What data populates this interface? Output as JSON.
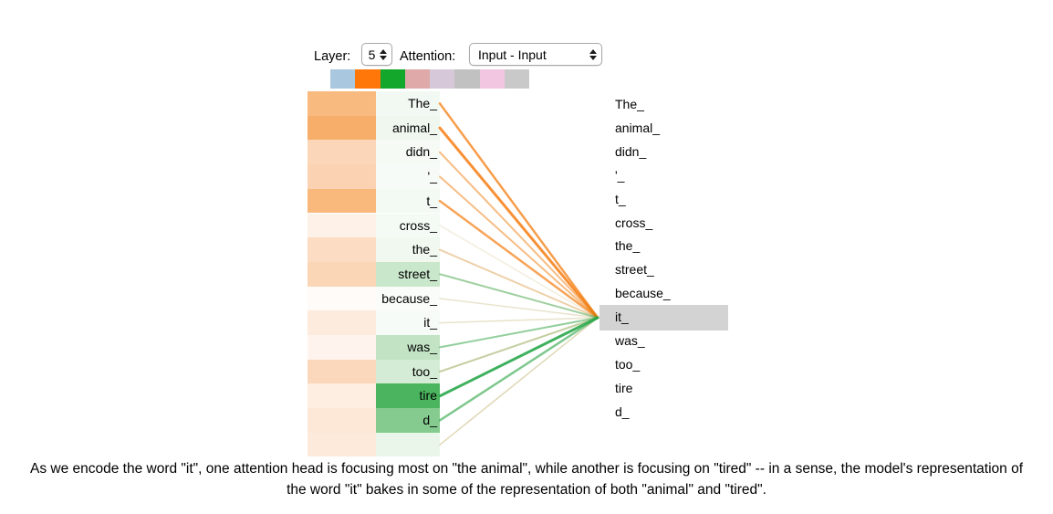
{
  "controls": {
    "layer_label": "Layer:",
    "layer_value": "5",
    "attention_label": "Attention:",
    "attention_value": "Input - Input"
  },
  "heads": {
    "palette": [
      "#a9c7df",
      "#ff7708",
      "#13a72c",
      "#dfa9a9",
      "#d6c8d8",
      "#c1c1c1",
      "#f2c6e1",
      "#c9c9c9"
    ],
    "orange_line_color": "#ff7d12",
    "green_line_color": "#2aa84c"
  },
  "tokens": [
    "The_",
    "animal_",
    "didn_",
    "'_",
    "t_",
    "cross_",
    "the_",
    "street_",
    "because_",
    "it_",
    "was_",
    "too_",
    "tire",
    "d_",
    ""
  ],
  "selected_token": {
    "index": 9,
    "label": "it_",
    "highlight_color": "#d3d3d3"
  },
  "left_heatmap": {
    "orange_head_cells": [
      "#f9ba80",
      "#f8ae6b",
      "#fbd6b8",
      "#fbd3b2",
      "#f9b87c",
      "#fef2e8",
      "#fcdcc2",
      "#fad5b6",
      "#fefbf9",
      "#fdebdd",
      "#fef4ed",
      "#fbd8bb",
      "#fdeee1",
      "#fde7d6",
      "#fdeadb"
    ],
    "green_head_cells": [
      "#f2f9f2",
      "#eff7ef",
      "#f5faf5",
      "#f7fbf7",
      "#f3f9f3",
      "#f4faf4",
      "#f0f8f0",
      "#c9e7cb",
      "#f9fcf9",
      "#f7fbf7",
      "#c2e3c4",
      "#d4ecd5",
      "#4ab55e",
      "#85cb8f",
      "#eaf6ea"
    ]
  },
  "attention_lines": {
    "orange_alpha": [
      0.75,
      0.85,
      0.5,
      0.5,
      0.7,
      0.1,
      0.32,
      0.15,
      0.14,
      0.16,
      0.08,
      0.25,
      0.08,
      0.1,
      0.22
    ],
    "green_alpha": [
      0.06,
      0.06,
      0.05,
      0.05,
      0.05,
      0.06,
      0.1,
      0.45,
      0.1,
      0.1,
      0.5,
      0.28,
      0.9,
      0.6,
      0.15
    ],
    "orange_width": [
      2.5,
      3,
      2,
      2,
      2.5,
      1.5,
      2,
      1.5,
      1.5,
      1.5,
      1.5,
      2,
      1.5,
      1.5,
      1.5
    ],
    "green_width": [
      1.5,
      1.5,
      1.5,
      1.5,
      1.5,
      1.5,
      1.5,
      2,
      1.5,
      1.5,
      2,
      2,
      3,
      2.5,
      1.5
    ]
  },
  "caption": "As we encode the word \"it\", one attention head is focusing most on \"the animal\", while another is focusing on \"tired\" -- in a sense, the model's representation of the word \"it\" bakes in some of the representation of both \"animal\" and \"tired\"."
}
